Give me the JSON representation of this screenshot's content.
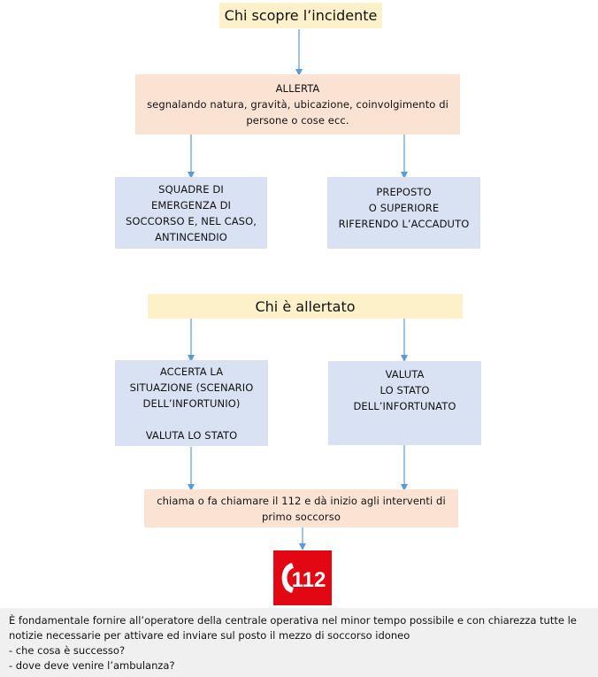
{
  "boxes": {
    "chi_scopre": "Chi scopre l’incidente",
    "allerta": {
      "lines": [
        "ALLERTA",
        "segnalando natura, gravità, ubicazione, coinvolgimento di",
        "persone o cose ecc."
      ]
    },
    "squadre": {
      "lines": [
        "SQUADRE DI",
        "EMERGENZA DI",
        "SOCCORSO E, NEL CASO,",
        "ANTINCENDIO"
      ]
    },
    "preposto": {
      "lines": [
        "PREPOSTO",
        "O SUPERIORE",
        "RIFERENDO L’ACCADUTO"
      ]
    },
    "chi_allertato": "Chi è allertato",
    "accerta": {
      "lines": [
        "ACCERTA LA",
        "SITUAZIONE (SCENARIO",
        "DELL’INFORTUNIO)"
      ],
      "extra": "VALUTA LO STATO"
    },
    "valuta": {
      "lines": [
        "VALUTA",
        "LO STATO",
        "DELL’INFORTUNATO"
      ]
    },
    "chiama": {
      "lines": [
        "chiama o fa chiamare il 112 e dà inizio agli interventi di",
        "primo soccorso"
      ]
    }
  },
  "logo": {
    "text": "112",
    "icon": "phone-handset-icon",
    "color": "#e30613"
  },
  "note": {
    "lines": [
      "È fondamentale fornire all’operatore della centrale operativa nel minor tempo possibile e con chiarezza tutte le",
      "notizie necessarie per attivare ed inviare sul posto il mezzo di soccorso idoneo",
      "- che cosa è successo?",
      "- dove deve venire l’ambulanza?"
    ]
  },
  "colors": {
    "yellow": "#fdf1c9",
    "peach": "#fbe3d4",
    "blue": "#d9e2f3",
    "arrow": "#5b9bd5"
  }
}
